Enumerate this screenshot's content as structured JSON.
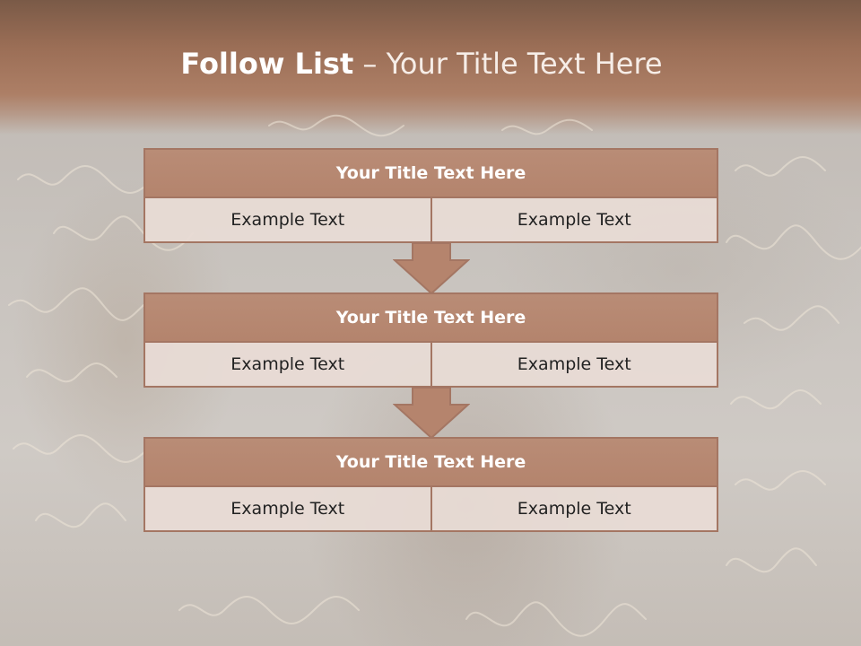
{
  "title": {
    "bold": "Follow List",
    "rest": " – Your Title Text Here"
  },
  "steps": [
    {
      "title": "Your Title Text Here",
      "left": "Example Text",
      "right": "Example Text"
    },
    {
      "title": "Your Title Text Here",
      "left": "Example Text",
      "right": "Example Text"
    },
    {
      "title": "Your Title Text Here",
      "left": "Example Text",
      "right": "Example Text"
    }
  ],
  "colors": {
    "header": "#9b6e56",
    "box_fill": "#b5846d",
    "box_border": "#a47663",
    "cell_fill": "#e8dbd5"
  },
  "icons": {
    "connector": "down-arrow-icon"
  }
}
